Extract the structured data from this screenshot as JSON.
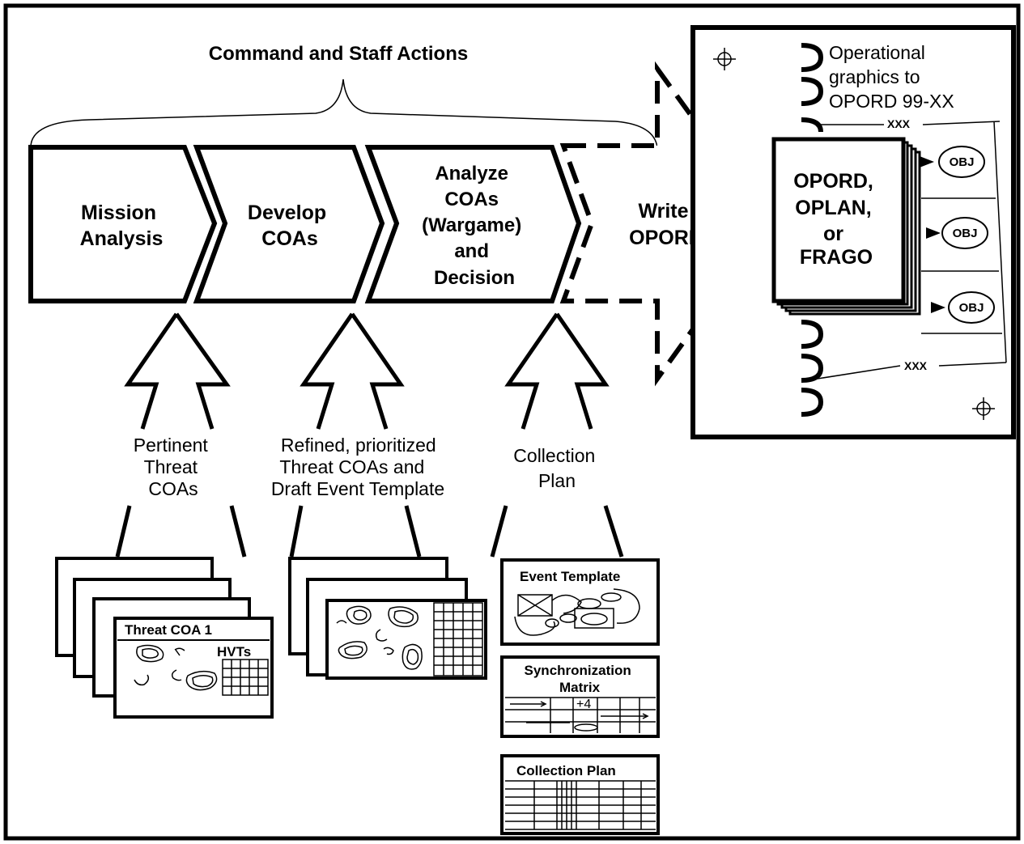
{
  "header": {
    "title": "Command and Staff Actions"
  },
  "steps": {
    "mission_analysis": [
      "Mission",
      "Analysis"
    ],
    "develop_coas": [
      "Develop",
      "COAs"
    ],
    "analyze_coas": [
      "Analyze",
      "COAs",
      "(Wargame)",
      "and",
      "Decision"
    ],
    "write_opord": [
      "Write",
      "OPORD"
    ]
  },
  "inputs": {
    "pertinent": [
      "Pertinent",
      "Threat",
      "COAs"
    ],
    "refined": [
      "Refined, prioritized",
      "Threat COAs and",
      "Draft Event Template"
    ],
    "collection": [
      "Collection",
      "Plan"
    ]
  },
  "products": {
    "threat_coa_title": "Threat   COA  1",
    "hvts": "HVTs",
    "event_template": "Event   Template",
    "sync_matrix": [
      "Synchronization",
      "Matrix"
    ],
    "sync_marker": "+4",
    "collection_plan": "Collection    Plan"
  },
  "opord_panel": {
    "graphics_note": [
      "Operational",
      "graphics to",
      "OPORD  99-XX"
    ],
    "boundary": "XXX",
    "document": [
      "OPORD,",
      "OPLAN,",
      "or",
      "FRAGO"
    ],
    "objective": "OBJ"
  }
}
